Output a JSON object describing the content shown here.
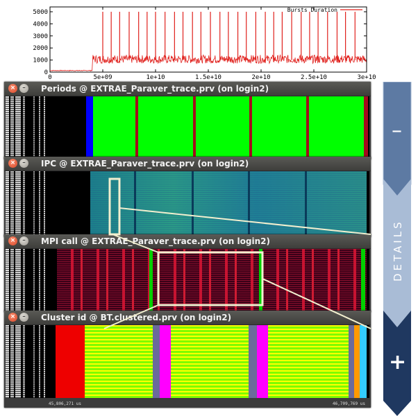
{
  "chart_data": {
    "type": "line",
    "title": "",
    "xlabel": "",
    "ylabel": "",
    "xlim": [
      0,
      30000000000
    ],
    "ylim": [
      0,
      5400
    ],
    "x_ticks": [
      0,
      5000000000,
      10000000000,
      15000000000,
      20000000000,
      25000000000,
      30000000000
    ],
    "x_tick_labels": [
      "0",
      "5e+09",
      "1e+10",
      "1.5e+10",
      "2e+10",
      "2.5e+10",
      "3e+10"
    ],
    "y_ticks": [
      0,
      1000,
      2000,
      3000,
      4000,
      5000
    ],
    "y_tick_labels": [
      "0",
      "1000",
      "2000",
      "3000",
      "4000",
      "5000"
    ],
    "grid": false,
    "legend": "top-right",
    "series": [
      {
        "name": "Bursts Duration",
        "color": "#e0201c",
        "baseline_start": 4000000000,
        "baseline_level": 1000,
        "pre_level": 100,
        "spike_level": 5000,
        "spike_x": [
          5000000000,
          5800000000,
          6600000000,
          7500000000,
          8400000000,
          9200000000,
          10000000000,
          10900000000,
          11800000000,
          12600000000,
          13500000000,
          14300000000,
          15200000000,
          16100000000,
          16900000000,
          17800000000,
          18600000000,
          19500000000,
          20400000000,
          21200000000,
          22000000000,
          22900000000,
          23800000000,
          24600000000,
          25400000000,
          26300000000,
          27200000000,
          28000000000,
          28900000000
        ]
      }
    ]
  },
  "windows": [
    {
      "title": "Periods @ EXTRAE_Paraver_trace.prv (on login2)"
    },
    {
      "title": "IPC @ EXTRAE_Paraver_trace.prv (on login2)"
    },
    {
      "title": "MPI call @ EXTRAE_Paraver_trace.prv (on login2)"
    },
    {
      "title": "Cluster id @ BT.clustered.prv (on login2)",
      "time_start": "45,806,271 us",
      "time_end": "46,709,769 us"
    }
  ],
  "details_panel": {
    "minus": "–",
    "label": "DETAILS",
    "plus": "+",
    "colors": {
      "dark": "#1f3860",
      "mid": "#5d7aa3",
      "light": "#a9bcd6"
    }
  },
  "colors": {
    "periods_green": "#00ff00",
    "periods_blue": "#0000ff",
    "periods_sep": "#a30c1c",
    "ipc_teal": "#1f8e8b",
    "mpi_red": "#c8102e",
    "mpi_dark": "#350018",
    "cluster_red": "#ee0000",
    "cluster_green": "#7ffc00",
    "cluster_yellow": "#ffff00",
    "cluster_magenta": "#ff00ff",
    "cluster_slate": "#6b6b9b",
    "zoom_box": "#f2efcf"
  }
}
